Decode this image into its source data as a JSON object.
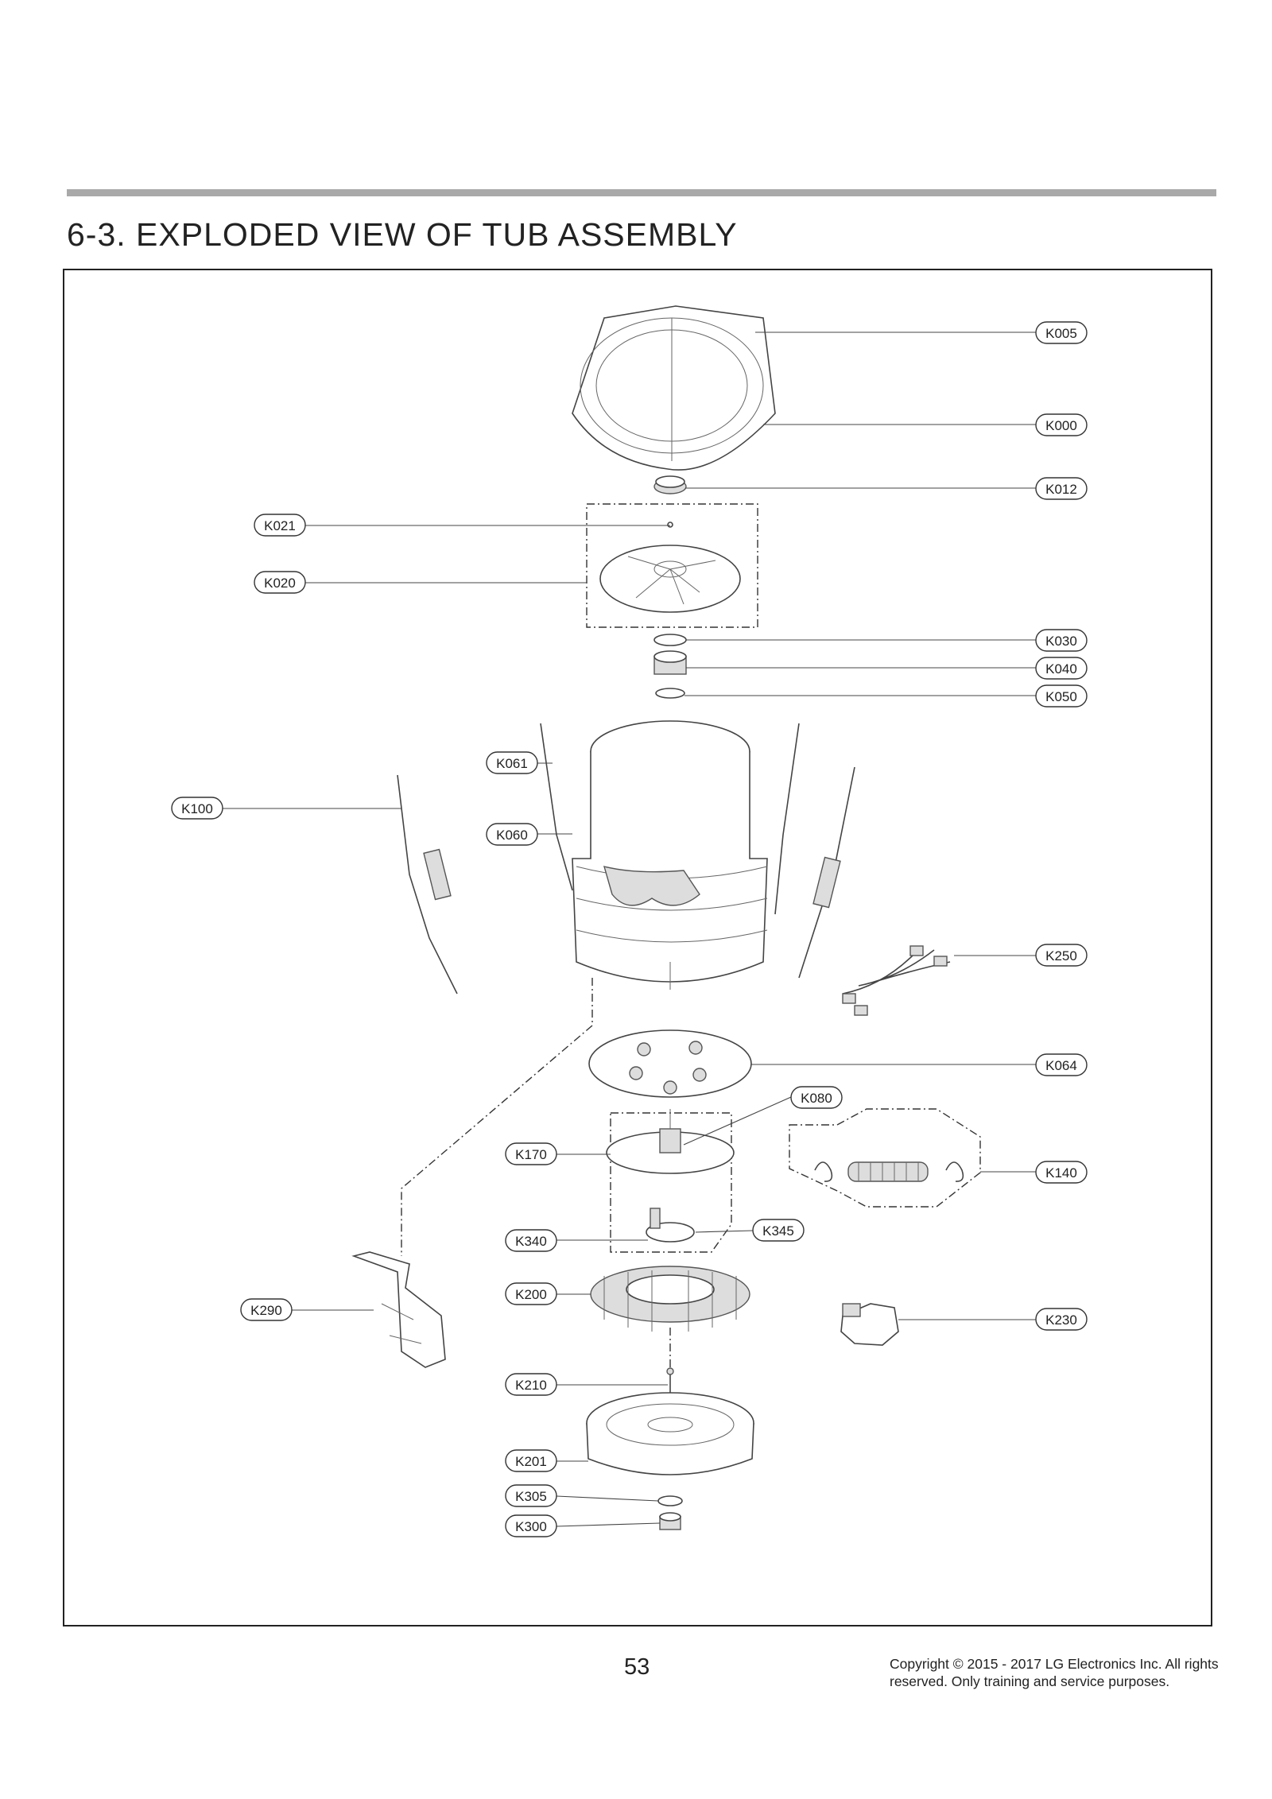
{
  "page": {
    "title": "6-3. EXPLODED VIEW OF TUB ASSEMBLY",
    "page_number": "53",
    "copyright_line1": "Copyright © 2015 - 2017 LG Electronics Inc. All rights",
    "copyright_line2": "reserved. Only training and service purposes."
  },
  "labels": {
    "K005": "K005",
    "K000": "K000",
    "K012": "K012",
    "K021": "K021",
    "K020": "K020",
    "K030": "K030",
    "K040": "K040",
    "K050": "K050",
    "K061": "K061",
    "K100": "K100",
    "K060": "K060",
    "K250": "K250",
    "K064": "K064",
    "K080": "K080",
    "K170": "K170",
    "K140": "K140",
    "K340": "K340",
    "K345": "K345",
    "K200": "K200",
    "K290": "K290",
    "K230": "K230",
    "K210": "K210",
    "K201": "K201",
    "K305": "K305",
    "K300": "K300"
  }
}
